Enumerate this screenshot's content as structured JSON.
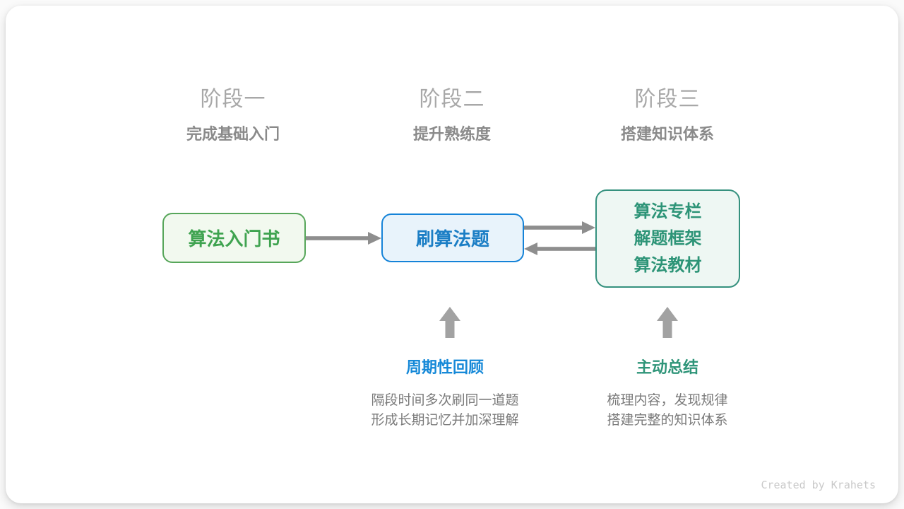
{
  "stages": [
    {
      "title": "阶段一",
      "subtitle": "完成基础入门"
    },
    {
      "title": "阶段二",
      "subtitle": "提升熟练度"
    },
    {
      "title": "阶段三",
      "subtitle": "搭建知识体系"
    }
  ],
  "nodes": {
    "intro_book": {
      "label": "算法入门书"
    },
    "practice": {
      "label": "刷算法题"
    },
    "knowledge": {
      "lines": [
        "算法专栏",
        "解题框架",
        "算法教材"
      ]
    }
  },
  "annotations": {
    "periodic_review": {
      "title": "周期性回顾",
      "lines": [
        "隔段时间多次刷同一道题",
        "形成长期记忆并加深理解"
      ]
    },
    "active_summary": {
      "title": "主动总结",
      "lines": [
        "梳理内容，发现规律",
        "搭建完整的知识体系"
      ]
    }
  },
  "watermark": "Created by Krahets",
  "colors": {
    "green_border": "#57a65a",
    "green_text": "#3fa350",
    "green_bg": "#f2f9ef",
    "blue_border": "#1583d8",
    "blue_text": "#1b7ec5",
    "blue_bg": "#e8f3fb",
    "teal_border": "#35917e",
    "teal_text": "#2d9477",
    "teal_bg": "#eef7f3",
    "annotation_blue": "#1689d8",
    "annotation_teal": "#2f9579",
    "arrow_gray": "#8e8e8e",
    "up_arrow_gray": "#a2a2a2",
    "stage_title_gray": "#a8a8a8",
    "stage_subtitle_gray": "#8a8a8a",
    "desc_gray": "#7a7a7a",
    "watermark_gray": "#c9c9c9"
  }
}
